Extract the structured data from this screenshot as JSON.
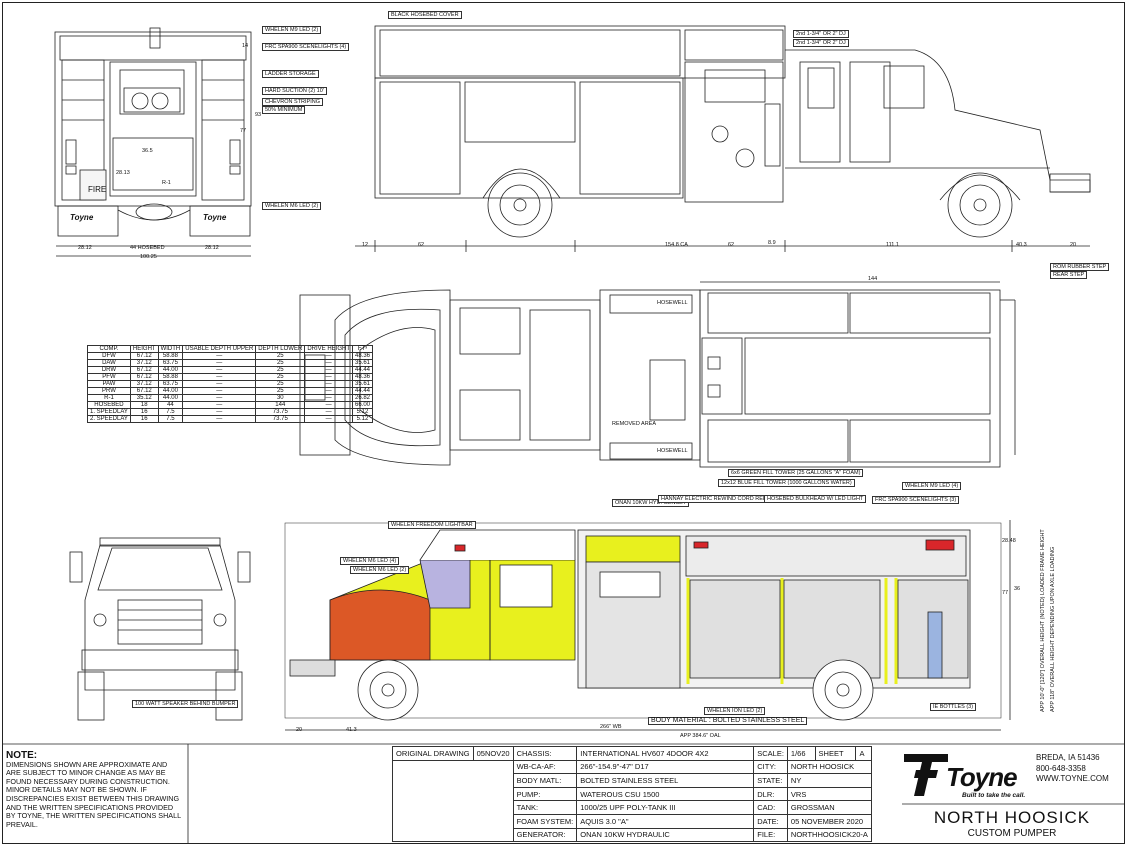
{
  "labels": {
    "rear_top": [
      "WHELEN M9 LED (2)",
      "FRC SPA900 SCENELIGHTS (4)",
      "LADDER STORAGE",
      "HARD SUCTION (2) 10'",
      "CHEVRON STRIPING",
      "50% MINIMUM",
      "WHELEN M6 LED (2)"
    ],
    "side_top": [
      "BLACK HOSEBED COVER",
      "2nd 1-3/4\" OR 2\" DJ",
      "2nd 1-3/4\" OR 2\" DJ"
    ],
    "plan_right": [
      "ROM RUBBER STEP",
      "REAR STEP"
    ],
    "plan_bottom": [
      "6x6 GREEN FILL TOWER (25 GALLONS \"A\" FOAM)",
      "12x12 BLUE FILL TOWER (1000 GALLONS WATER)"
    ],
    "plan_area": [
      "HOSEWELL",
      "REMOVED AREA",
      "HOSEWELL"
    ],
    "bottom_callouts": [
      "WHELEN FREEDOM LIGHTBAR",
      "WHELEN M6 LED (4)",
      "WHELEN M6 LED (2)",
      "ONAN 10KW HYD. GENSET",
      "HANNAY ELECTRIC REWIND CORD REEL W/ 200 FT",
      "HOSEBED BULKHEAD W/ LED LIGHT",
      "WHELEN M9 LED (4)",
      "FRC SPA900 SCENELIGHTS (3)",
      "WHELEN ION LED (2)",
      "BODY MATERIAL : BOLTED STAINLESS STEEL",
      "IE BOTTLES (3)",
      "100 WATT SPEAKER BEHIND BUMPER"
    ],
    "rear_marks": [
      "FIRE",
      "Toyne",
      "Toyne",
      "R-1"
    ]
  },
  "dims": {
    "rear_bottom": [
      "28.12",
      "44 HOSEBED",
      "28.12",
      "100.25"
    ],
    "rear_side": [
      "14",
      "93",
      "77",
      "36.5",
      "28.13"
    ],
    "side_bottom": [
      "12",
      "62",
      "154.8 CA",
      "62",
      "8.9",
      "111.1",
      "40.3",
      "20"
    ],
    "plan_top": "144",
    "bottom_bottom": [
      "20",
      "41.3",
      "266\" WB",
      "APP 384.6\" OAL"
    ],
    "bottom_right": [
      "APP 10'-0\" [120\"] OVERALL HEIGHT (NOTED) LOADED FRAME HEIGHT",
      "APP 118\" OVERALL HEIGHT DEPENDING UPON AXLE LOADING",
      "28.48",
      "77",
      "36"
    ]
  },
  "compartment_table": {
    "headers": [
      "COMP.",
      "HEIGHT",
      "WIDTH",
      "USABLE DEPTH UPPER",
      "DEPTH LOWER",
      "DRIVE HEIGHT",
      "FT³"
    ],
    "rows": [
      [
        "DFW",
        "67.12",
        "58.88",
        "—",
        "25",
        "—",
        "48.36"
      ],
      [
        "DAW",
        "37.12",
        "63.75",
        "—",
        "25",
        "—",
        "35.61"
      ],
      [
        "DRW",
        "67.12",
        "44.00",
        "—",
        "25",
        "—",
        "44.44"
      ],
      [
        "PFW",
        "67.12",
        "58.88",
        "—",
        "25",
        "—",
        "48.36"
      ],
      [
        "PAW",
        "37.12",
        "63.75",
        "—",
        "25",
        "—",
        "35.61"
      ],
      [
        "PRW",
        "67.12",
        "44.00",
        "—",
        "25",
        "—",
        "44.44"
      ],
      [
        "R-1",
        "35.12",
        "44.00",
        "—",
        "30",
        "—",
        "26.82"
      ],
      [
        "HOSEBED",
        "18",
        "44",
        "—",
        "144",
        "—",
        "66.00"
      ],
      [
        "1. SPEEDLAY",
        "16",
        "7.5",
        "—",
        "73.75",
        "—",
        "5.12"
      ],
      [
        "2. SPEEDLAY",
        "16",
        "7.5",
        "—",
        "73.75",
        "—",
        "5.12"
      ]
    ]
  },
  "note": {
    "title": "NOTE:",
    "text": "DIMENSIONS SHOWN ARE APPROXIMATE AND ARE SUBJECT TO MINOR CHANGE AS MAY BE FOUND NECESSARY DURING CONSTRUCTION. MINOR DETAILS MAY NOT BE SHOWN. IF DISCREPANCIES EXIST BETWEEN THIS DRAWING AND THE WRITTEN SPECIFICATIONS PROVIDED BY TOYNE, THE WRITTEN SPECIFICATIONS SHALL PREVAIL."
  },
  "title_block": {
    "original_drawing_label": "ORIGINAL DRAWING",
    "original_drawing": "05NOV20",
    "left_rows": [
      [
        "CHASSIS:",
        "INTERNATIONAL HV607 4DOOR 4X2"
      ],
      [
        "WB-CA-AF:",
        "266\"-154.9\"-47\"  D17"
      ],
      [
        "BODY MATL:",
        "BOLTED STAINLESS STEEL"
      ],
      [
        "PUMP:",
        "WATEROUS CSU 1500"
      ],
      [
        "TANK:",
        "1000/25 UPF POLY-TANK III"
      ],
      [
        "FOAM SYSTEM:",
        "AQUIS 3.0 \"A\""
      ],
      [
        "GENERATOR:",
        "ONAN 10KW HYDRAULIC"
      ]
    ],
    "scale_label": "SCALE:",
    "scale": "1/66",
    "sheet_label": "SHEET",
    "sheet": "A",
    "right_rows": [
      [
        "CITY:",
        "NORTH HOOSICK"
      ],
      [
        "STATE:",
        "NY"
      ],
      [
        "DLR:",
        "VRS"
      ],
      [
        "CAD:",
        "GROSSMAN"
      ],
      [
        "DATE:",
        "05 NOVEMBER 2020"
      ],
      [
        "FILE:",
        "NORTHHOOSICK20-A"
      ]
    ]
  },
  "company": {
    "name": "Toyne",
    "tagline": "Built to take the call.",
    "city": "BREDA, IA 51436",
    "phone": "800-648-3358",
    "web": "WWW.TOYNE.COM"
  },
  "project": {
    "title": "NORTH HOOSICK",
    "subtitle": "CUSTOM PUMPER"
  },
  "colors": {
    "line": "#222222",
    "yellow": "#e8f01e",
    "red": "#d8262a",
    "glass": "#b8b3e0",
    "panel": "#e4e4e4"
  }
}
